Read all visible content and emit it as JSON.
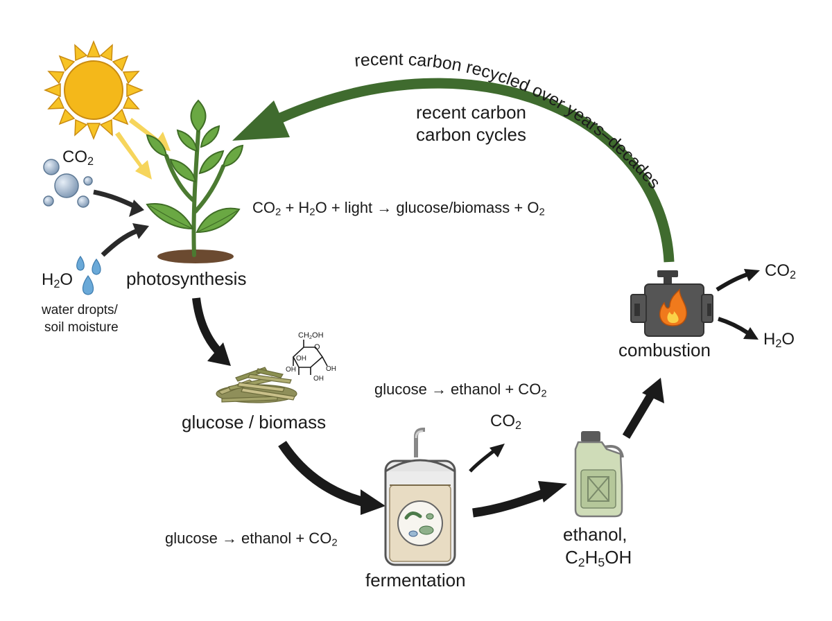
{
  "colors": {
    "cycle_arrow": "#3f6b2e",
    "flow_arrow": "#1a1a1a",
    "sun": "#f4b81a",
    "leaf": "#5b9a3c",
    "water": "#6aa9d8",
    "broth": "#e8dcc3",
    "jug": "#cfdcb8",
    "flame": "#f07a1c"
  },
  "cycle": {
    "arc_label": "recent carbon recycled over years–decades",
    "inner_label_1": "recent carbon",
    "inner_label_2": "carbon cycles"
  },
  "inputs": {
    "co2": {
      "main": "CO",
      "sub": "2"
    },
    "h2o": {
      "pre": "H",
      "sub": "2",
      "post": "O"
    },
    "water_label_1": "water dropts/",
    "water_label_2": "soil moisture"
  },
  "photosynthesis": {
    "label": "photosynthesis",
    "equation": {
      "a": "CO",
      "a_sub": "2",
      "b": " + H",
      "b_sub": "2",
      "c": "O + light → glucose/biomass + O",
      "c_sub": "2"
    }
  },
  "glucose": {
    "label": "glucose / biomass",
    "molecule": {
      "top": "CH",
      "top_sub": "2",
      "top_post": "OH",
      "ring_o": "O",
      "oh": "OH"
    }
  },
  "fermentation": {
    "label": "fermentation",
    "equation_top": {
      "text": "glucose → ethanol + CO",
      "sub": "2"
    },
    "equation_bottom": {
      "text": "glucose → ethanol + CO",
      "sub": "2"
    },
    "co2_out": {
      "main": "CO",
      "sub": "2"
    }
  },
  "ethanol": {
    "label": "ethanol,",
    "formula": {
      "a": "C",
      "a_sub": "2",
      "b": "H",
      "b_sub": "5",
      "c": "OH"
    }
  },
  "combustion": {
    "label": "combustion",
    "co2_out": {
      "main": "CO",
      "sub": "2"
    },
    "h2o_out": {
      "pre": "H",
      "sub": "2",
      "post": "O"
    }
  },
  "icons": [
    "sun-icon",
    "co2-bubbles-icon",
    "water-drops-icon",
    "plant-icon",
    "biomass-pile-icon",
    "glucose-molecule-icon",
    "fermenter-tank-icon",
    "microbe-icon",
    "ethanol-jug-icon",
    "engine-icon",
    "flame-icon"
  ]
}
